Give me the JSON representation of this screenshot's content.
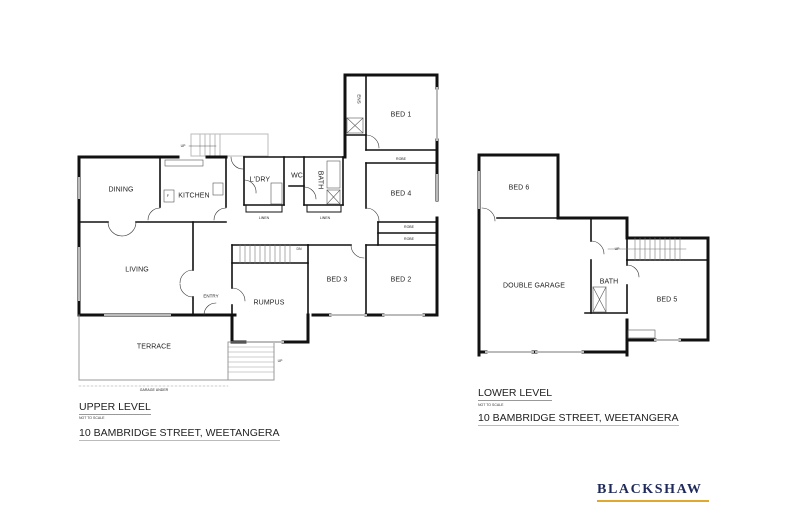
{
  "upper_level": {
    "title": "UPPER LEVEL",
    "scale_note": "NOT TO SCALE",
    "address": "10 BAMBRIDGE STREET, WEETANGERA",
    "rooms": {
      "dining": "DINING",
      "kitchen": "KITCHEN",
      "fridge": "F",
      "laundry": "L'DRY",
      "wc": "WC",
      "bath": "BATH",
      "ensuite": "ENS",
      "bed1": "BED 1",
      "bed4": "BED 4",
      "bed3": "BED 3",
      "bed2": "BED 2",
      "living": "LIVING",
      "entry": "ENTRY",
      "rumpus": "RUMPUS",
      "terrace": "TERRACE",
      "linen1": "LINEN",
      "linen2": "LINEN",
      "robe1": "ROBE",
      "robe2": "ROBE",
      "robe3": "ROBE"
    },
    "annotations": {
      "stairs_up_top": "UP",
      "stairs_down": "DN",
      "stairs_up_bottom": "UP",
      "garage_under": "GARAGE UNDER"
    }
  },
  "lower_level": {
    "title": "LOWER LEVEL",
    "scale_note": "NOT TO SCALE",
    "address": "10 BAMBRIDGE STREET, WEETANGERA",
    "rooms": {
      "bed6": "BED 6",
      "double_garage": "DOUBLE GARAGE",
      "bath": "BATH",
      "bed5": "BED 5"
    },
    "annotations": {
      "stairs_up": "UP"
    }
  },
  "branding": {
    "logo_text": "BLACKSHAW",
    "logo_color": "#1f2a5a",
    "underline_color": "#e0a82e"
  }
}
